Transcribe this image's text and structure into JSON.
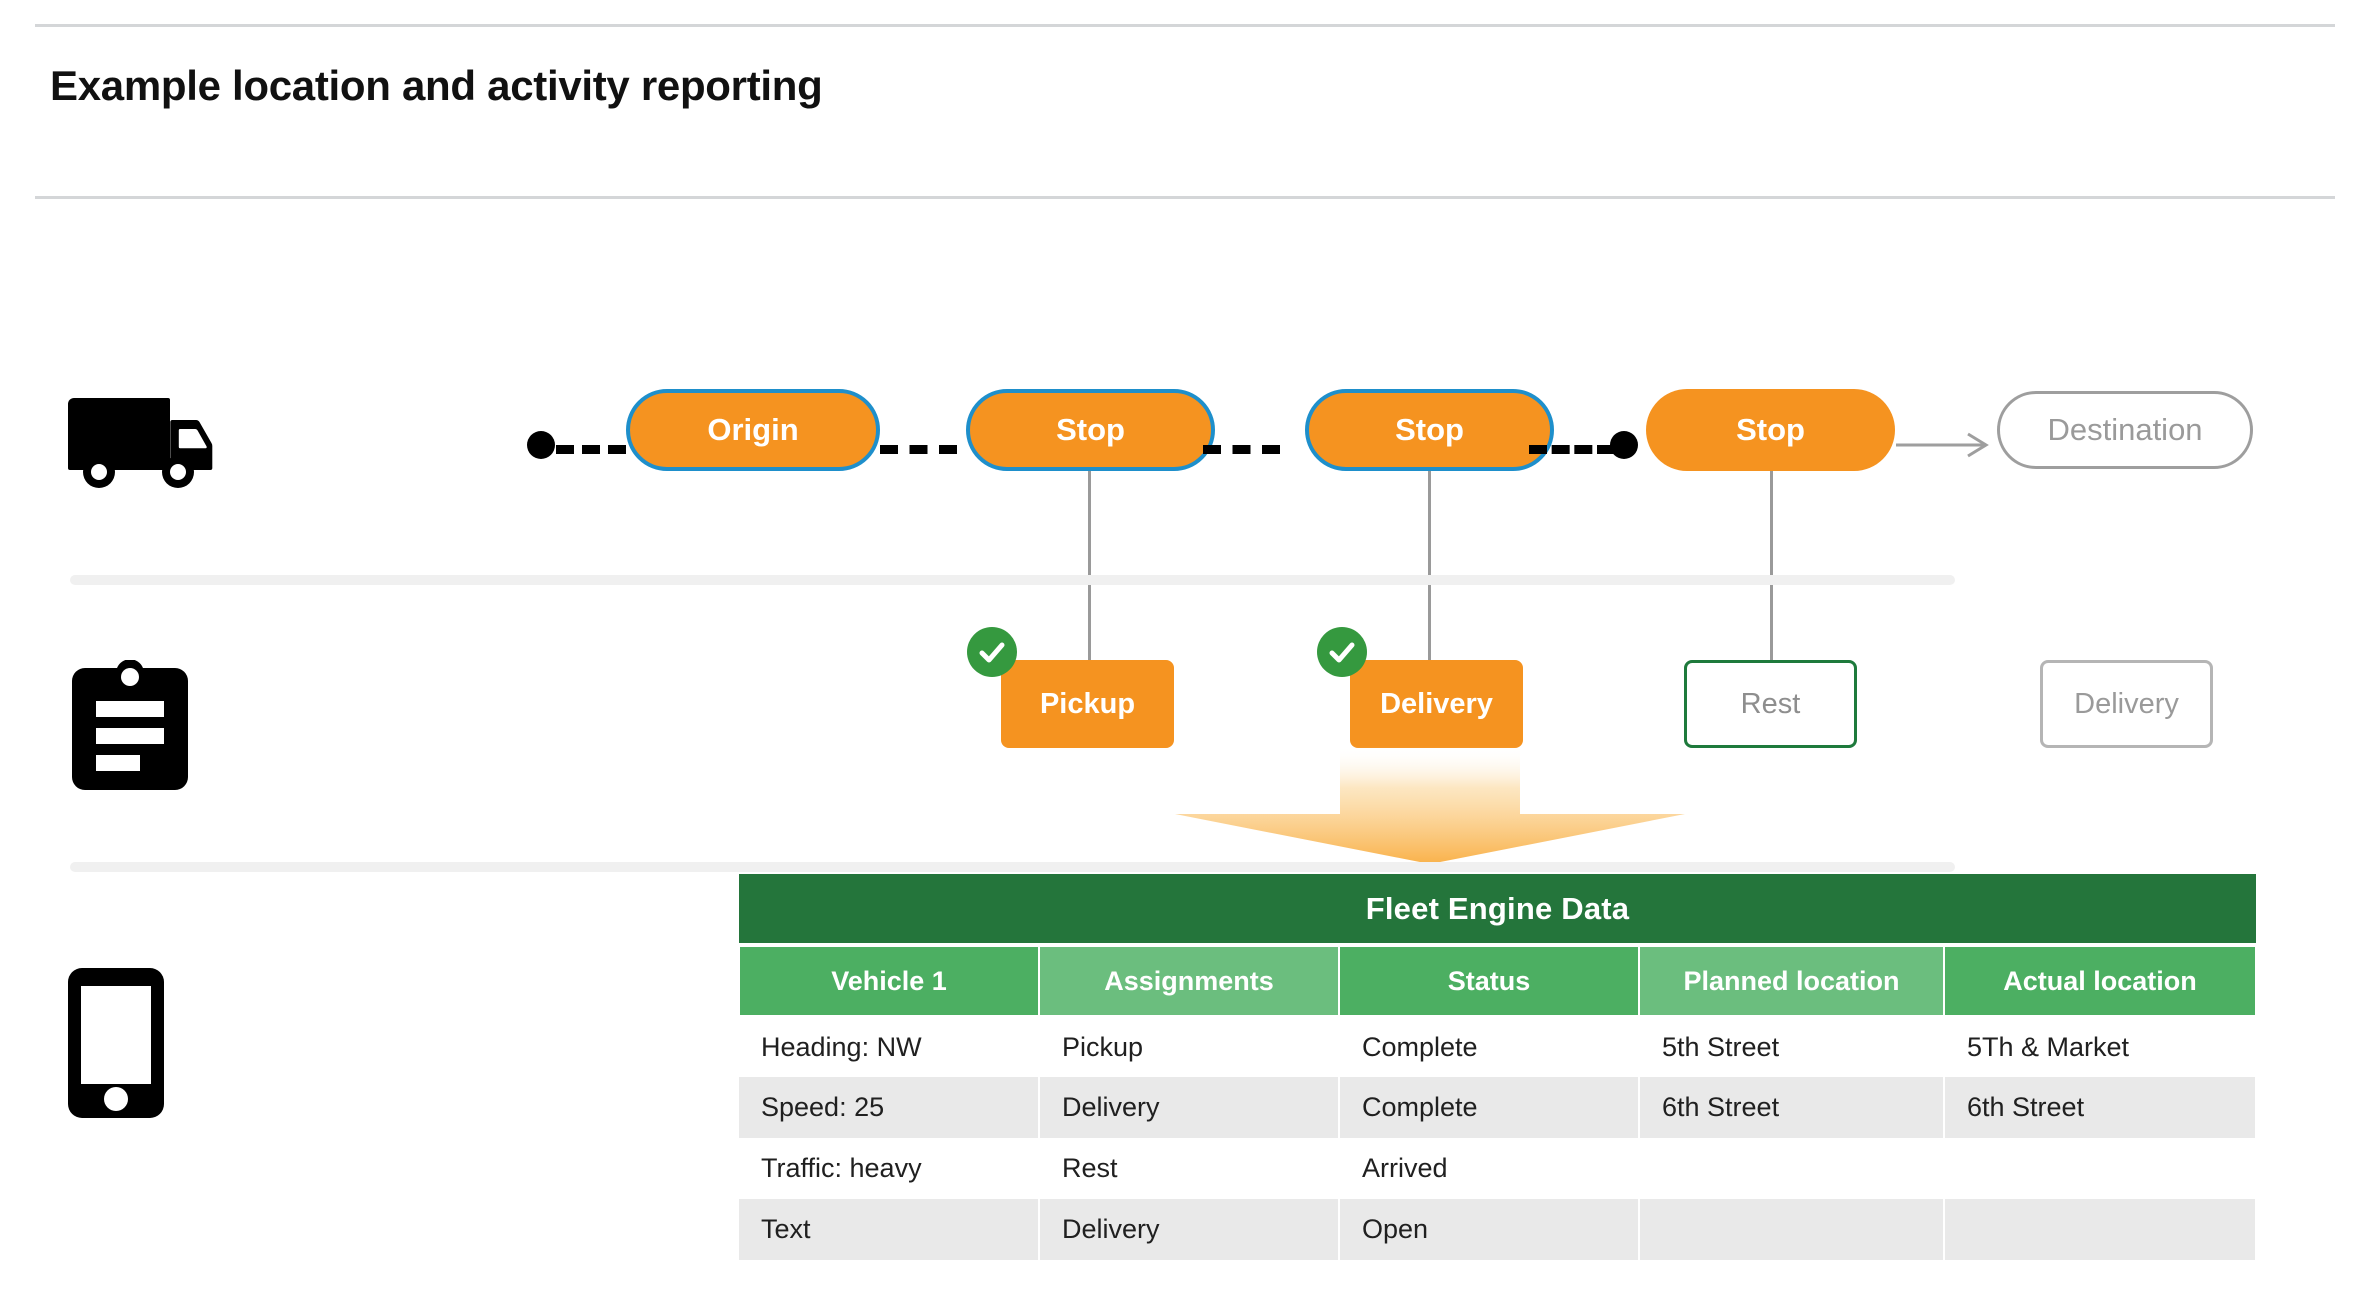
{
  "page": {
    "title": "Example location and activity reporting"
  },
  "rows": {
    "route": {
      "icon": "truck-icon",
      "start_marker": "route-start-dot",
      "mid_marker": "route-mid-dot",
      "stops": [
        {
          "label": "Origin",
          "style": "orange-bordered"
        },
        {
          "label": "Stop",
          "style": "orange-bordered"
        },
        {
          "label": "Stop",
          "style": "orange-bordered"
        },
        {
          "label": "Stop",
          "style": "orange-plain"
        },
        {
          "label": "Destination",
          "style": "outline"
        }
      ]
    },
    "activity": {
      "icon": "clipboard-icon",
      "cards": [
        {
          "label": "Pickup",
          "style": "filled",
          "completed": true
        },
        {
          "label": "Delivery",
          "style": "filled",
          "completed": true
        },
        {
          "label": "Rest",
          "style": "outline-green",
          "completed": false
        },
        {
          "label": "Delivery",
          "style": "outline-gray",
          "completed": false
        }
      ]
    },
    "data": {
      "icon": "phone-icon"
    }
  },
  "table": {
    "title": "Fleet Engine Data",
    "columns": [
      "Vehicle 1",
      "Assignments",
      "Status",
      "Planned location",
      "Actual location"
    ],
    "rows": [
      [
        "Heading: NW",
        "Pickup",
        "Complete",
        "5th Street",
        "5Th & Market"
      ],
      [
        "Speed: 25",
        "Delivery",
        "Complete",
        "6th Street",
        "6th Street"
      ],
      [
        "Traffic: heavy",
        "Rest",
        "Arrived",
        "",
        ""
      ],
      [
        "Text",
        "Delivery",
        "Open",
        "",
        ""
      ]
    ]
  },
  "colors": {
    "orange": "#F59320",
    "blue_border": "#1E8FCB",
    "green_dark": "#24753B",
    "green_header_a": "#4CAF62",
    "green_header_b": "#6BBE7E",
    "green_check": "#35993F",
    "gray_outline": "#9e9e9e",
    "row_alt": "#e9e9e9"
  }
}
